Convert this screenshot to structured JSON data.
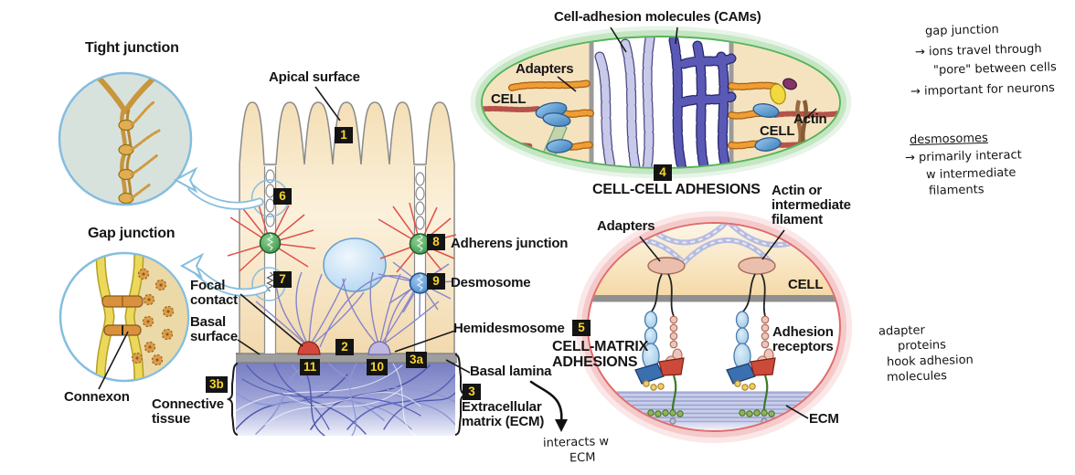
{
  "colors": {
    "marker_bg": "#141414",
    "marker_text": "#f7d42c",
    "cell_cream": "#f8e9c9",
    "ecm_blue": "#7a81c2",
    "inset_ring_blue": "#7ab8d9",
    "cell_cell_ring_green": "#57b357",
    "cell_matrix_ring_red": "#e06b6b",
    "actin_red": "#e0504a",
    "intermediate_violet": "#8585cc"
  },
  "figure": {
    "tight_junction": {
      "title": "Tight junction"
    },
    "gap_junction": {
      "title": "Gap junction",
      "connexon": "Connexon"
    },
    "epithelium": {
      "apical_surface": "Apical surface",
      "adherens_junction": "Adherens junction",
      "desmosome": "Desmosome",
      "hemidesmosome": "Hemidesmosome",
      "basal_lamina": "Basal lamina",
      "focal_contact": "Focal contact",
      "basal_surface": "Basal surface",
      "connective_tissue": "Connective tissue",
      "extracellular_matrix": "Extracellular matrix (ECM)"
    },
    "cell_cell": {
      "title": "Cell-adhesion molecules (CAMs)",
      "adapters": "Adapters",
      "cell_left": "CELL",
      "cell_right": "CELL",
      "actin": "Actin",
      "caption": "CELL-CELL ADHESIONS"
    },
    "cell_matrix": {
      "adapters": "Adapters",
      "filament": "Actin or intermediate filament",
      "cell": "CELL",
      "caption": "CELL-MATRIX ADHESIONS",
      "adhesion_receptors": "Adhesion receptors",
      "ecm": "ECM"
    },
    "markers": {
      "m1": "1",
      "m2": "2",
      "m3": "3",
      "m3a": "3a",
      "m3b": "3b",
      "m4": "4",
      "m5": "5",
      "m6": "6",
      "m7": "7",
      "m8": "8",
      "m9": "9",
      "m10": "10",
      "m11": "11"
    }
  },
  "handwritten": {
    "gap_junction": {
      "title": "gap junction",
      "line1": "→ ions travel through",
      "line2": "\"pore\" between cells",
      "line3": "→ important for neurons"
    },
    "desmosomes": {
      "title": "desmosomes",
      "line1": "→ primarily interact",
      "line2": "w intermediate",
      "line3": "filaments"
    },
    "adapters": {
      "line1": "adapter",
      "line2": "proteins",
      "line3": "hook adhesion",
      "line4": "molecules"
    },
    "ecm": {
      "line1": "interacts w",
      "line2": "ECM"
    }
  }
}
